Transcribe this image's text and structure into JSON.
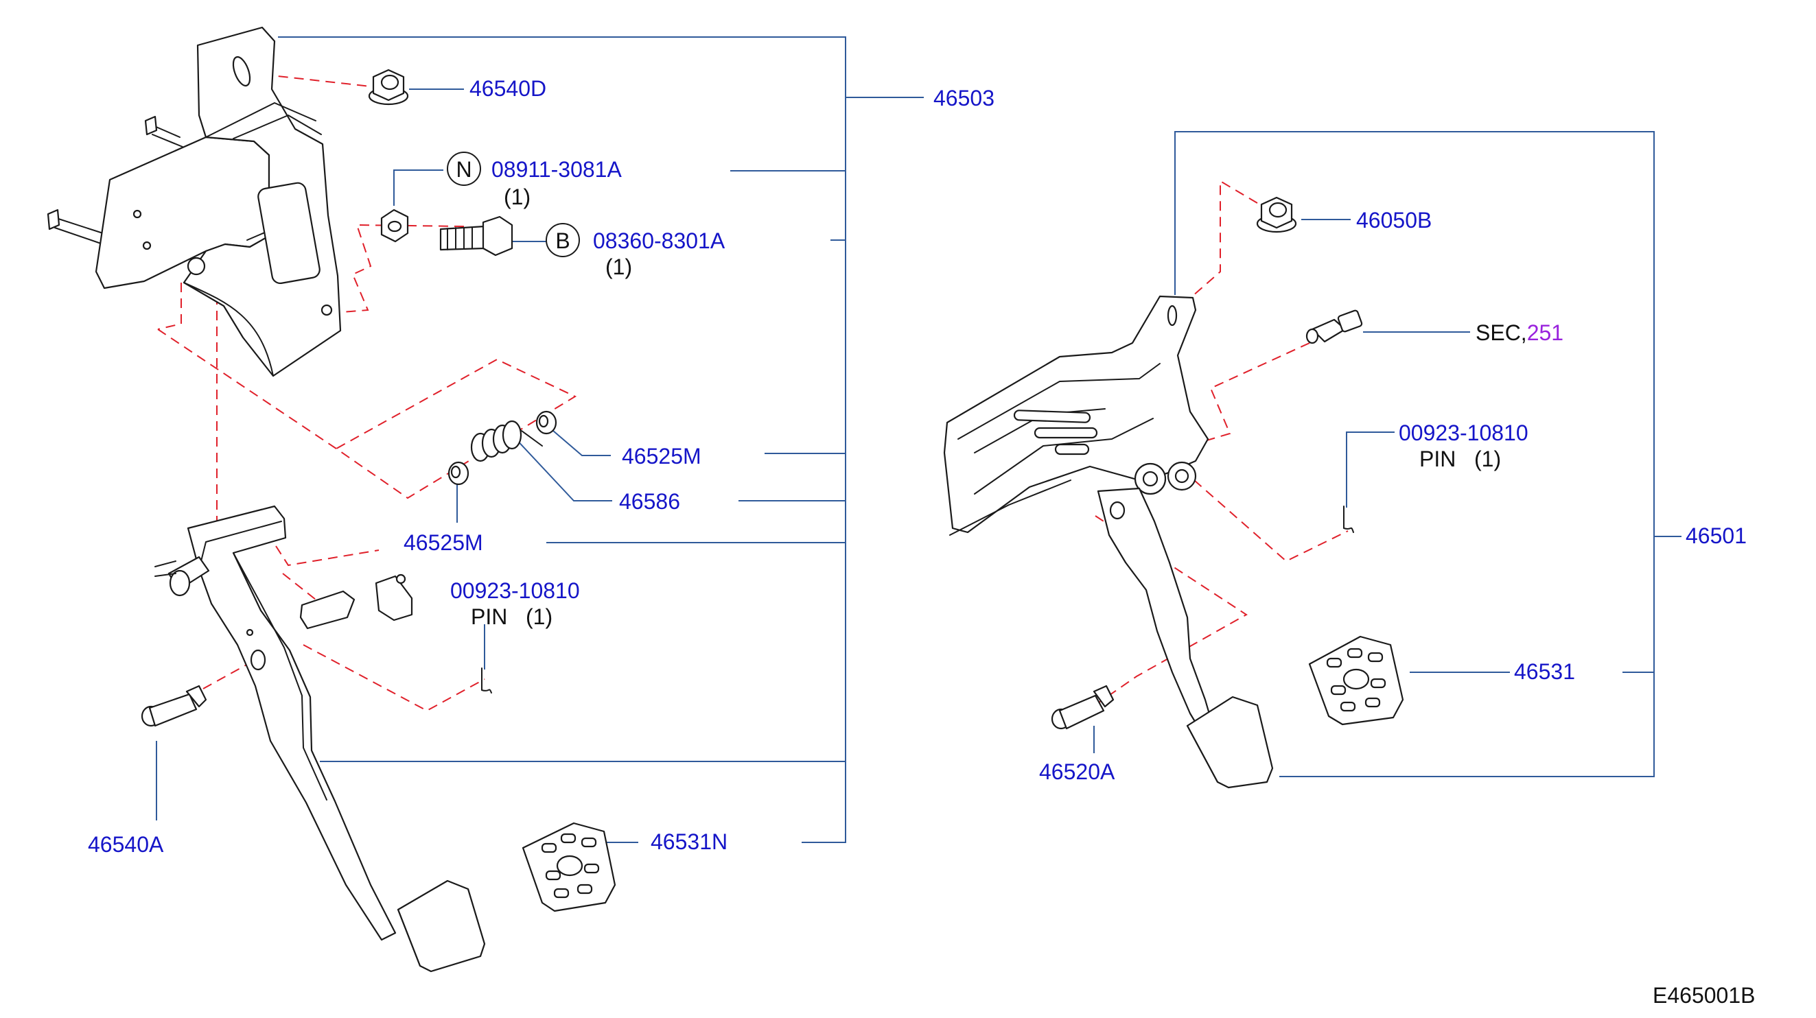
{
  "labels": {
    "p46503": "46503",
    "p46540D": "46540D",
    "p08911": "08911-3081A",
    "p08911_qty": "(1)",
    "p08360": "08360-8301A",
    "p08360_qty": "(1)",
    "badge_n": "N",
    "badge_b": "B",
    "p46525M_upper": "46525M",
    "p46586": "46586",
    "p46525M_lower": "46525M",
    "p00923_left": "00923-10810",
    "pin_left": "PIN   (1)",
    "p46540A": "46540A",
    "p46531N": "46531N",
    "p46050B": "46050B",
    "sec_prefix": "SEC,",
    "sec_number": "251",
    "p00923_right": "00923-10810",
    "pin_right": "PIN   (1)",
    "p46501": "46501",
    "p46531": "46531",
    "p46520A": "46520A",
    "code": "E465001B"
  },
  "colors": {
    "part_number": "#1515c8",
    "section_reference": "#9922dd",
    "leader_line": "#2f5a9a",
    "dashed_line": "#e0202a",
    "drawing": "#1a1a1a"
  }
}
